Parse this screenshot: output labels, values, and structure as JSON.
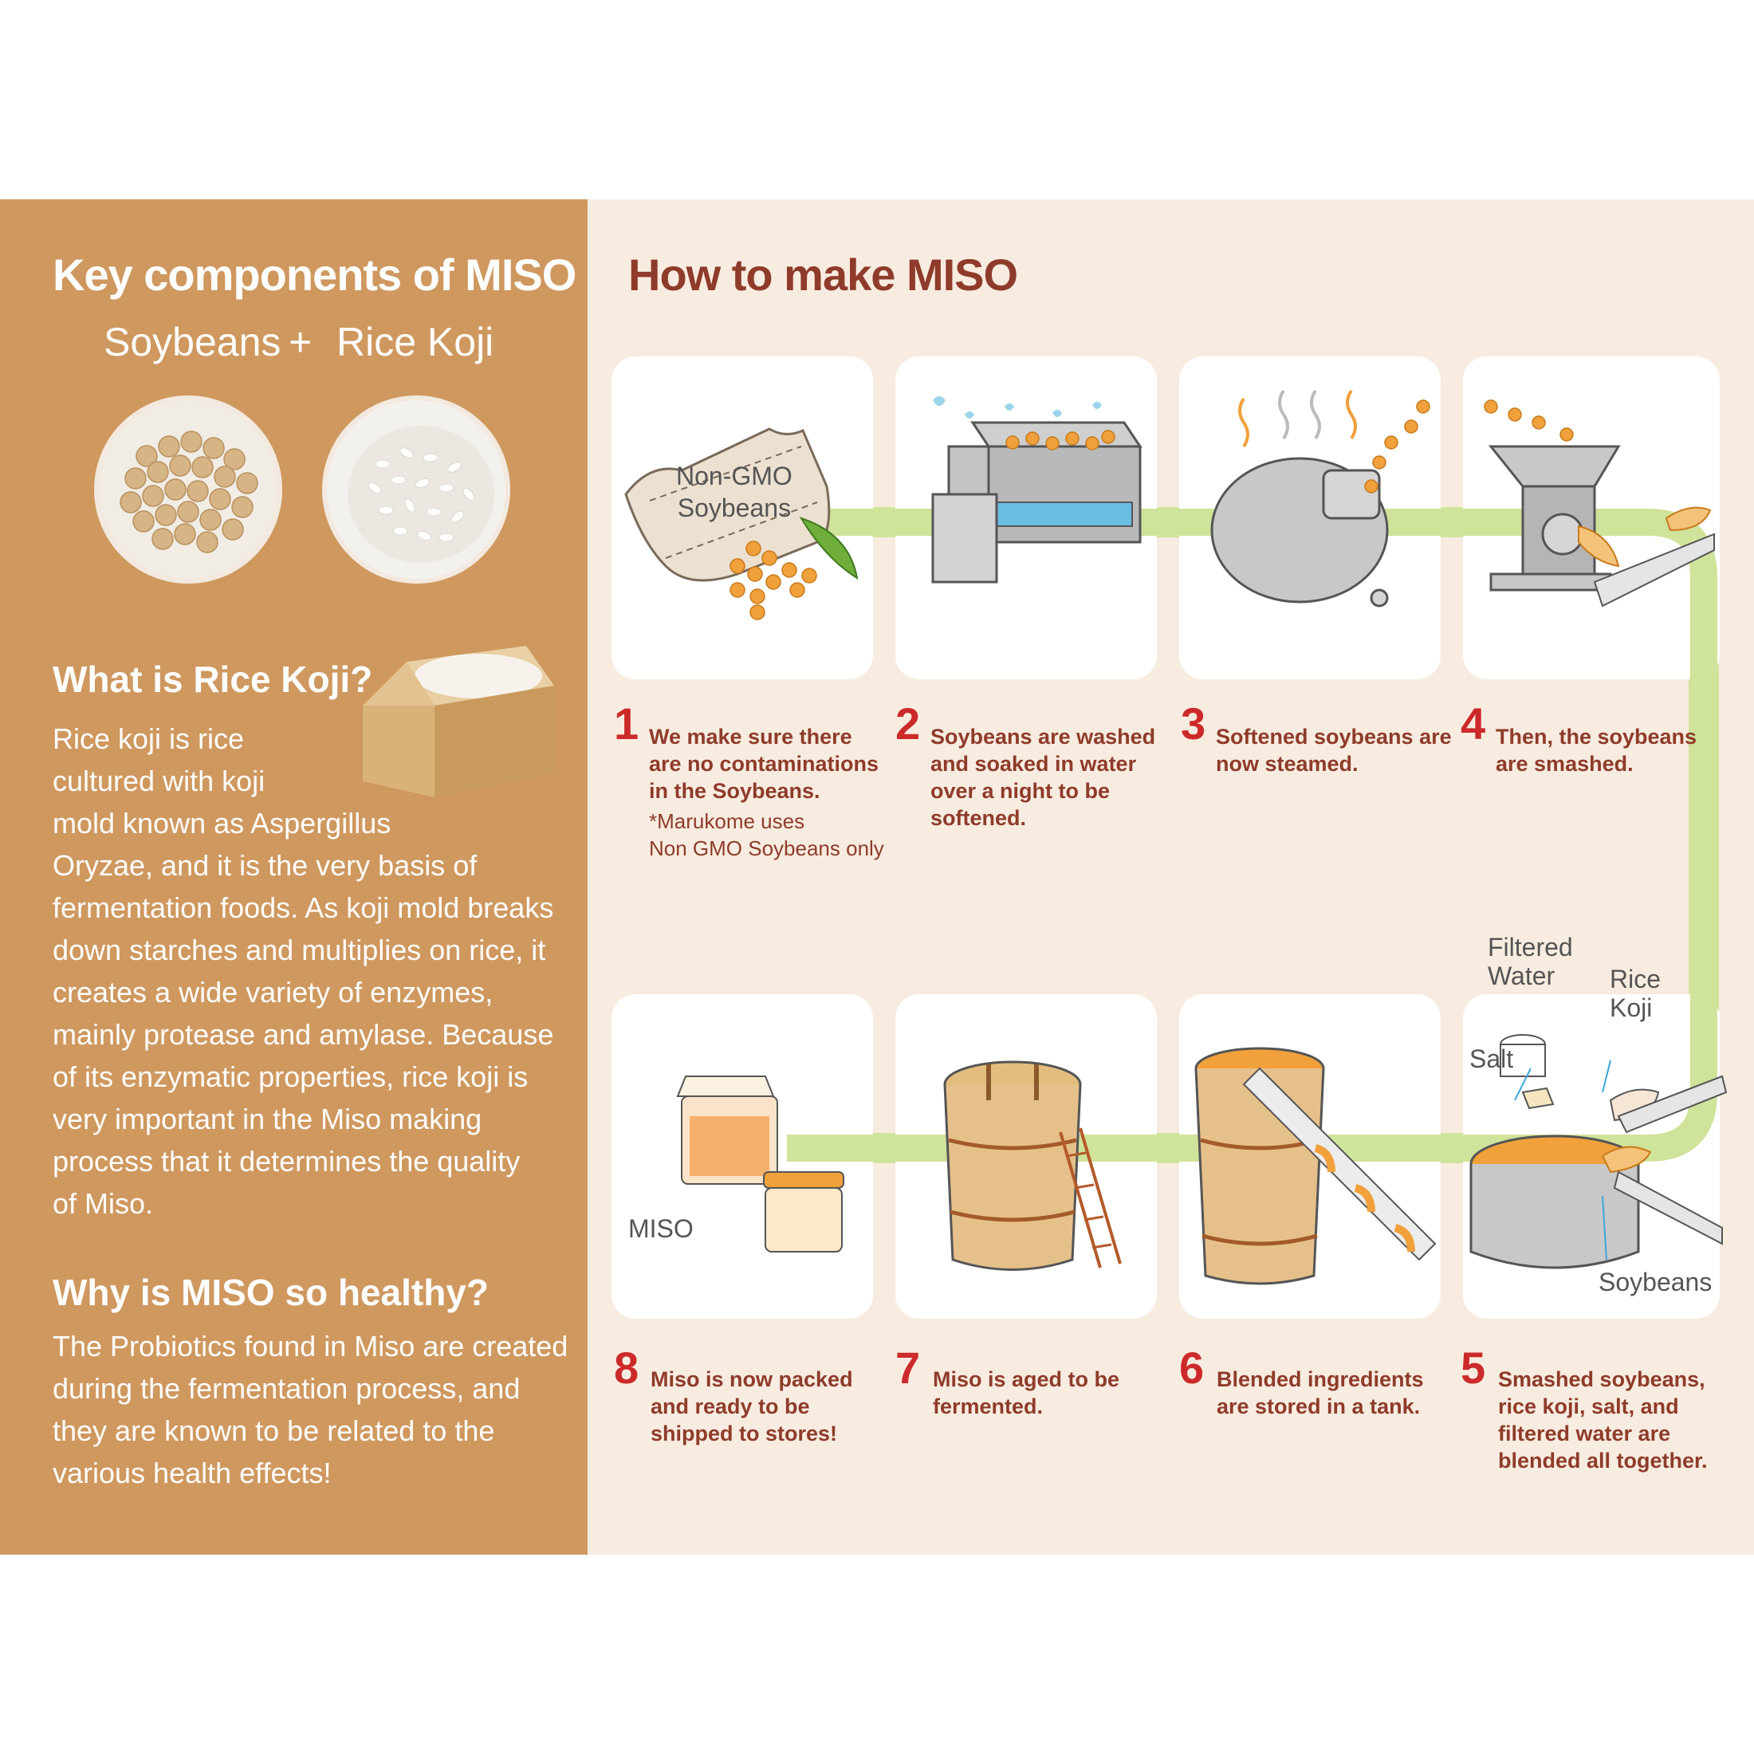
{
  "left": {
    "title": "Key components of MISO",
    "soybeans": "Soybeans",
    "plus": "+",
    "rice_koji": "Rice Koji",
    "koji_heading": "What is Rice Koji?",
    "koji_lines": [
      "Rice koji is rice",
      "cultured with koji",
      "mold known as Aspergillus",
      "Oryzae, and it is the very basis of",
      "fermentation foods.  As koji mold breaks",
      "down starches and multiplies on rice, it",
      "creates a wide variety of enzymes,",
      "mainly protease and amylase.  Because",
      "of its enzymatic properties, rice koji is",
      "very important in the Miso making",
      "process that it determines the quality",
      "of Miso."
    ],
    "healthy_heading": "Why is MISO so healthy?",
    "healthy_lines": [
      "The Probiotics found in Miso are created",
      "during the fermentation process, and",
      "they are known to be related to the",
      "various health effects!"
    ]
  },
  "right": {
    "title": "How to make MISO",
    "bag_lines": [
      "Non-GMO",
      "Soybeans"
    ],
    "labels": {
      "filtered_water": [
        "Filtered",
        "Water"
      ],
      "rice_koji": [
        "Rice",
        "Koji"
      ],
      "salt": "Salt",
      "soybeans": "Soybeans",
      "miso": "MISO"
    },
    "steps": [
      {
        "num": "1",
        "lines": [
          "We make sure there",
          "are no contaminations",
          "in the Soybeans."
        ],
        "note": [
          "*Marukome uses",
          "Non GMO Soybeans only"
        ]
      },
      {
        "num": "2",
        "lines": [
          "Soybeans are washed",
          "and soaked in water",
          "over a night to be",
          "softened."
        ]
      },
      {
        "num": "3",
        "lines": [
          "Softened soybeans are",
          "now steamed."
        ]
      },
      {
        "num": "4",
        "lines": [
          "Then, the soybeans",
          "are smashed."
        ]
      },
      {
        "num": "5",
        "lines": [
          "Smashed soybeans,",
          "rice koji, salt, and",
          "filtered water are",
          "blended all together."
        ]
      },
      {
        "num": "6",
        "lines": [
          "Blended ingredients",
          "are stored in a tank."
        ]
      },
      {
        "num": "7",
        "lines": [
          "Miso is aged to be",
          "fermented."
        ]
      },
      {
        "num": "8",
        "lines": [
          "Miso is now packed",
          "and ready to be",
          "shipped to stores!"
        ]
      }
    ]
  },
  "colors": {
    "left_panel": "#cf985f",
    "right_panel": "#f7ecdf",
    "heading_brown": "#8f3b2b",
    "step_red": "#cc2a2a",
    "conveyor_green": "#cfe39a",
    "bean_orange": "#f0a13c"
  }
}
